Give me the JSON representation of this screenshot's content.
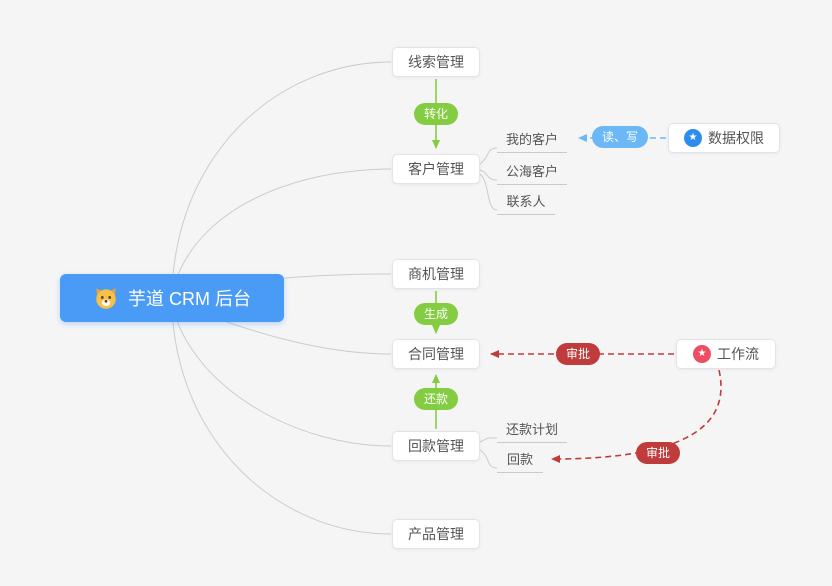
{
  "colors": {
    "background": "#f5f5f6",
    "root_blue": "#4a9bf5",
    "edge_green": "#84cd42",
    "edge_blue": "#6cb7f5",
    "edge_red": "#c03b3b",
    "connector_gray": "#cccccc",
    "data_permission_icon": "#2d8cf0",
    "workflow_icon": "#ee4e63"
  },
  "root": {
    "label": "芋道 CRM 后台"
  },
  "nodes": {
    "leads": {
      "label": "线索管理"
    },
    "customers": {
      "label": "客户管理"
    },
    "my_customers": {
      "label": "我的客户"
    },
    "public_customers": {
      "label": "公海客户"
    },
    "contacts": {
      "label": "联系人"
    },
    "opportunities": {
      "label": "商机管理"
    },
    "contracts": {
      "label": "合同管理"
    },
    "receivables": {
      "label": "回款管理"
    },
    "repayment_plan": {
      "label": "还款计划"
    },
    "repayment": {
      "label": "回款"
    },
    "products": {
      "label": "产品管理"
    },
    "data_permission": {
      "label": "数据权限"
    },
    "workflow": {
      "label": "工作流"
    }
  },
  "edge_labels": {
    "convert": {
      "label": "转化",
      "color": "#84cd42"
    },
    "generate": {
      "label": "生成",
      "color": "#84cd42"
    },
    "repay": {
      "label": "还款",
      "color": "#84cd42"
    },
    "read_write": {
      "label": "读、写",
      "color": "#6cb7f5"
    },
    "approve_contract": {
      "label": "审批",
      "color": "#c03b3b"
    },
    "approve_receivable": {
      "label": "审批",
      "color": "#c03b3b"
    }
  }
}
